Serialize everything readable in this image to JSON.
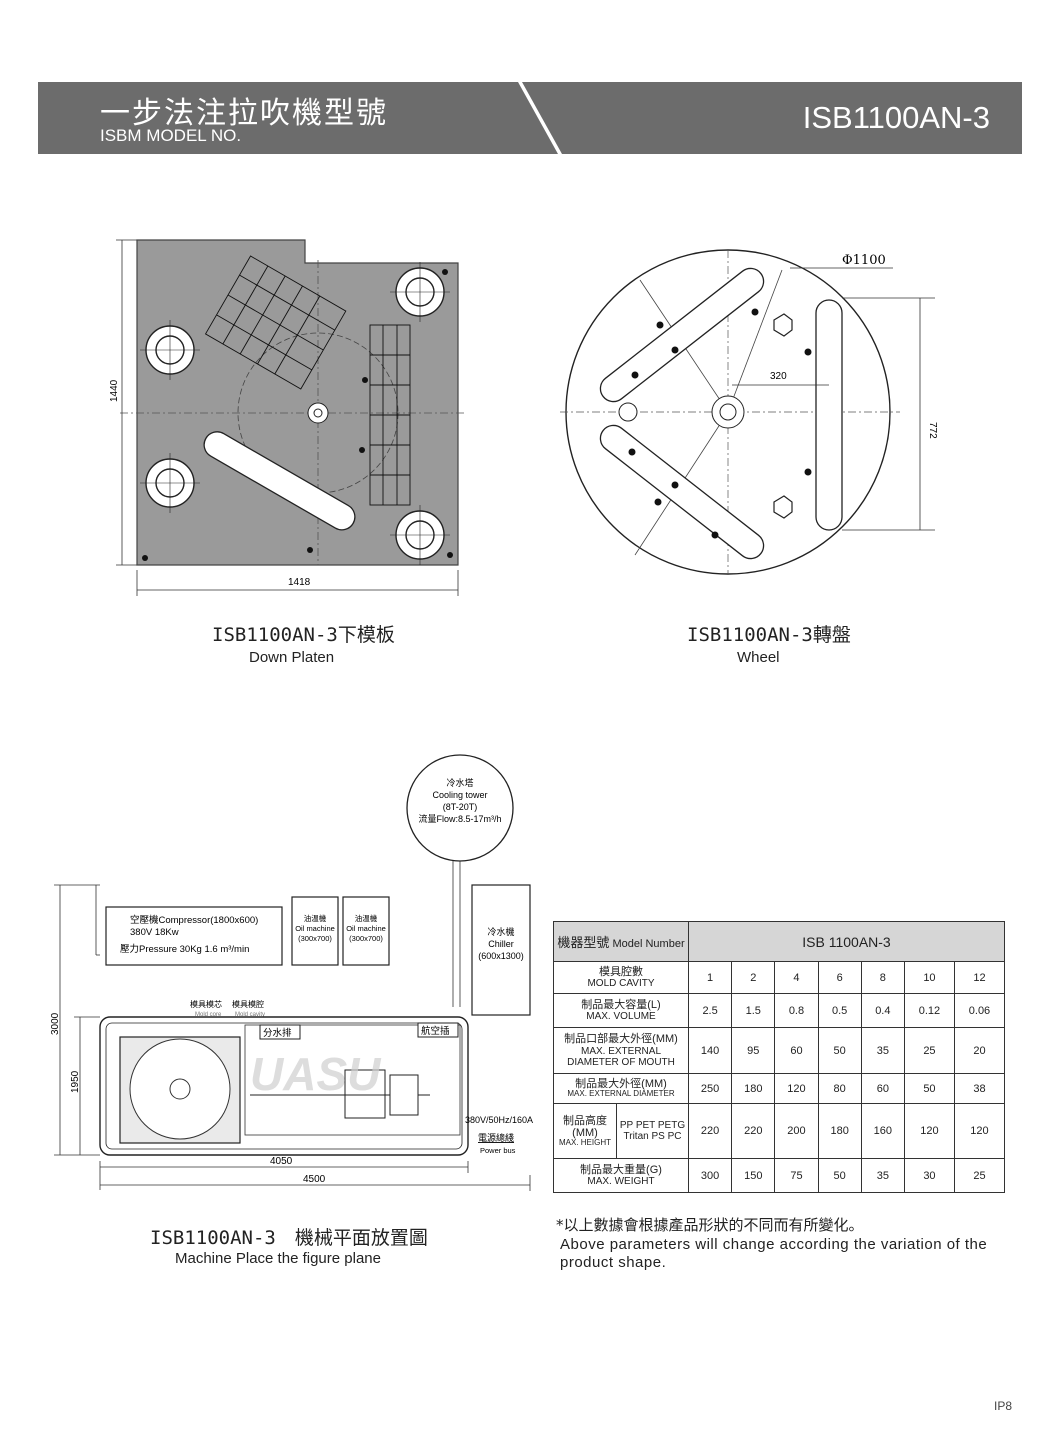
{
  "header": {
    "title_cn": "一步法注拉吹機型號",
    "title_en": "ISBM MODEL NO.",
    "model": "ISB1100AN-3"
  },
  "platen": {
    "caption": "ISB1100AN-3下模板",
    "caption_en": "Down Platen",
    "dim_height": "1440",
    "dim_width": "1418"
  },
  "wheel": {
    "caption": "ISB1100AN-3轉盤",
    "caption_en": "Wheel",
    "diameter": "Φ1100",
    "dim_320": "320",
    "dim_772": "772"
  },
  "layout": {
    "caption": "ISB1100AN-3　機械平面放置圖",
    "caption_en": "Machine Place the figure plane",
    "cooling_tower": [
      "冷水塔",
      "Cooling tower",
      "(8T-20T)",
      "流量Flow:8.5-17m³/h"
    ],
    "compressor": [
      "空壓機Compressor(1800x600)",
      "380V  18Kw",
      "壓力Pressure 30Kg  1.6 m³/min"
    ],
    "oil_machine_1": [
      "油温機",
      "Oil machine",
      "(300x700)"
    ],
    "oil_machine_2": [
      "油温機",
      "Oil machine",
      "(300x700)"
    ],
    "chiller": [
      "冷水機",
      "Chiller",
      "(600x1300)"
    ],
    "mold_core_cn": "模具模芯",
    "mold_core_en": "Mold core",
    "mold_cavity_cn": "模具模腔",
    "mold_cavity_en": "Mold cavity",
    "distributor": "分水排",
    "air_distributor": "航空插",
    "power": "380V/50Hz/160A",
    "power_bus_cn": "電源總綫",
    "power_bus_en": "Power bus",
    "dim_3000": "3000",
    "dim_1950": "1950",
    "dim_4050": "4050",
    "dim_4500": "4500",
    "watermark": "UASU"
  },
  "table": {
    "header_cn": "機器型號",
    "header_en": "Model Number",
    "model": "ISB 1100AN-3",
    "rows": [
      {
        "cn": "模具腔數",
        "en": "MOLD CAVITY",
        "values": [
          "1",
          "2",
          "4",
          "6",
          "8",
          "10",
          "12"
        ]
      },
      {
        "cn": "制品最大容量(L)",
        "en": "MAX. VOLUME",
        "values": [
          "2.5",
          "1.5",
          "0.8",
          "0.5",
          "0.4",
          "0.12",
          "0.06"
        ]
      },
      {
        "cn": "制品口部最大外徑(MM)",
        "en": "MAX. EXTERNAL DIAMETER OF MOUTH",
        "values": [
          "140",
          "95",
          "60",
          "50",
          "35",
          "25",
          "20"
        ]
      },
      {
        "cn": "制品最大外徑(MM)",
        "en": "MAX. EXTERNAL DIAMETER",
        "values": [
          "250",
          "180",
          "120",
          "80",
          "60",
          "50",
          "38"
        ]
      },
      {
        "cn": "制品高度(MM)",
        "en": "MAX. HEIGHT",
        "extra": "PP PET PETG Tritan PS PC",
        "values": [
          "220",
          "220",
          "200",
          "180",
          "160",
          "120",
          "120"
        ]
      },
      {
        "cn": "制品最大重量(G)",
        "en": "MAX. WEIGHT",
        "values": [
          "300",
          "150",
          "75",
          "50",
          "35",
          "30",
          "25"
        ]
      }
    ]
  },
  "note_cn": "*以上數據會根據產品形狀的不同而有所變化。",
  "note_en": "Above parameters will change according the variation of the product shape.",
  "page_number": "IP8"
}
